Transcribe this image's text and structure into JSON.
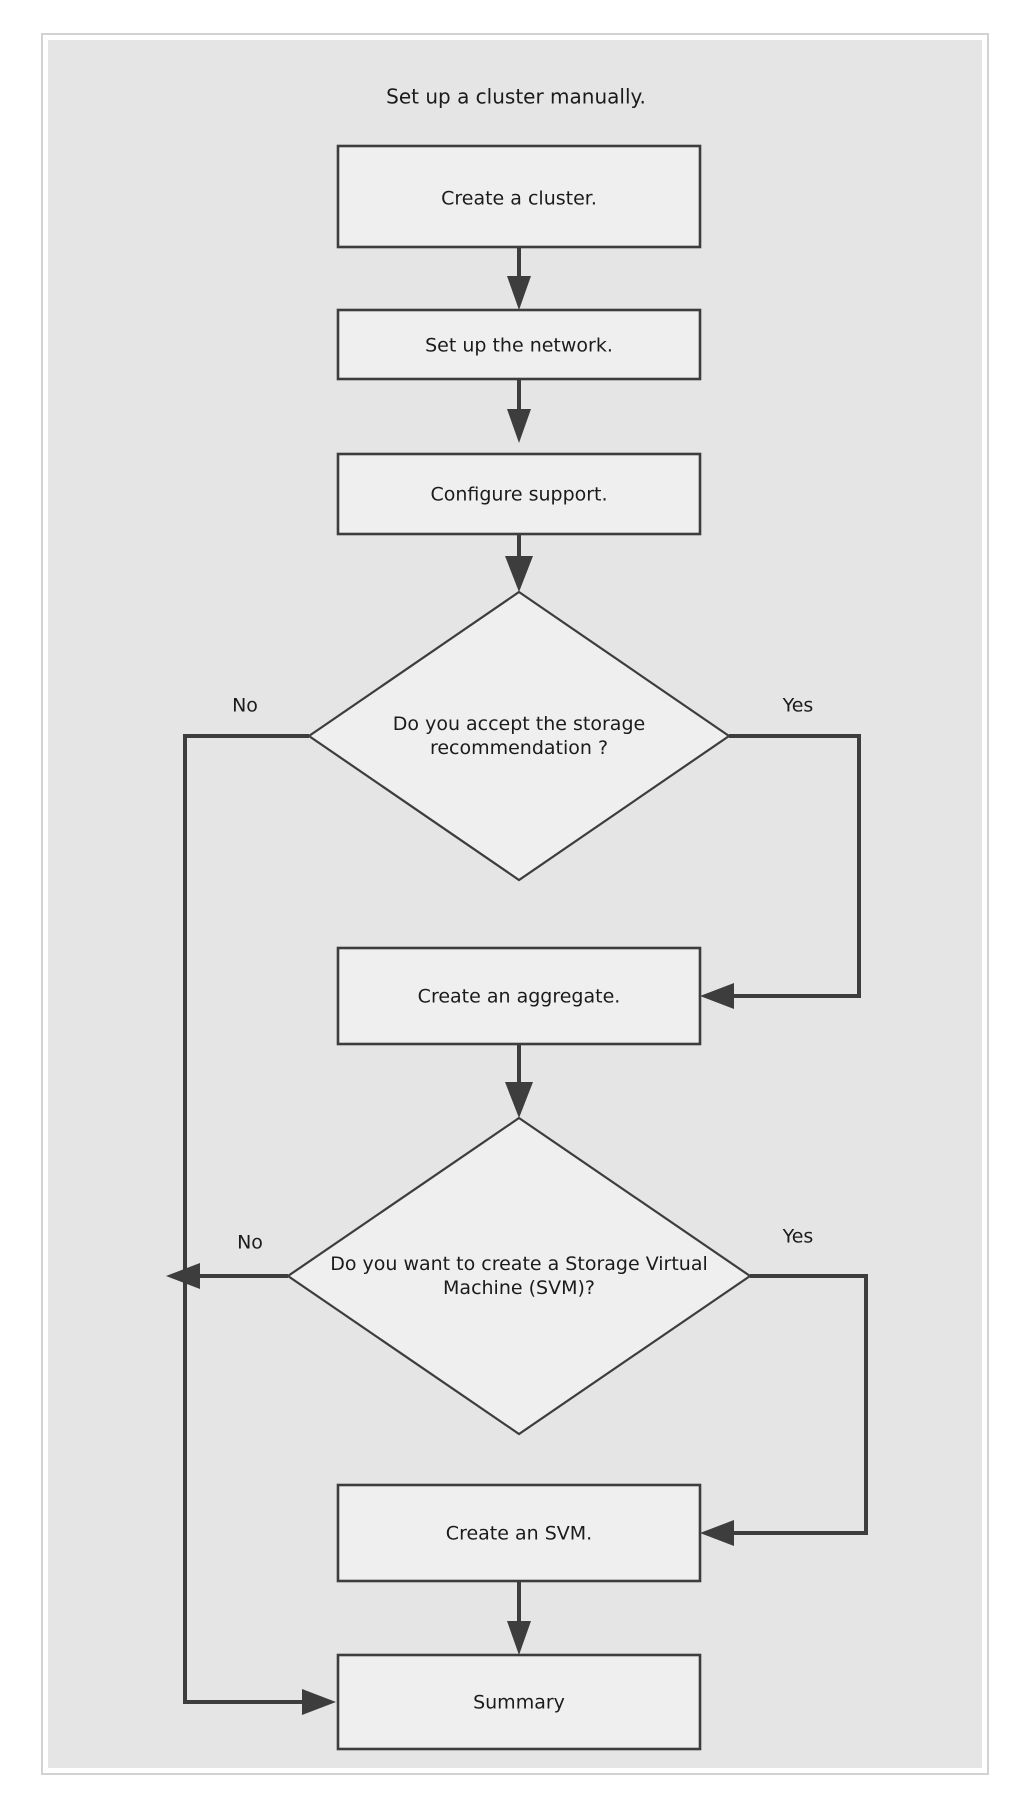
{
  "diagram": {
    "title": "Set up a cluster manually.",
    "type": "flowchart",
    "background_color": "#e5e5e5",
    "node_fill_color": "#efefef",
    "line_color": "#3d3d3d",
    "text_color": "#1b1b1b",
    "nodes": [
      {
        "id": "create-cluster",
        "shape": "process",
        "label": "Create a cluster."
      },
      {
        "id": "setup-network",
        "shape": "process",
        "label": "Set up the network."
      },
      {
        "id": "configure-support",
        "shape": "process",
        "label": "Configure support."
      },
      {
        "id": "accept-storage",
        "shape": "decision",
        "label_line1": "Do you accept the storage",
        "label_line2": "recommendation ?"
      },
      {
        "id": "create-aggregate",
        "shape": "process",
        "label": "Create an aggregate."
      },
      {
        "id": "create-svm-q",
        "shape": "decision",
        "label_line1": "Do you want to create a Storage Virtual",
        "label_line2": "Machine (SVM)?"
      },
      {
        "id": "create-svm",
        "shape": "process",
        "label": "Create an SVM."
      },
      {
        "id": "summary",
        "shape": "process",
        "label": "Summary"
      }
    ],
    "edges": [
      {
        "id": "e1",
        "from": "create-cluster",
        "to": "setup-network",
        "label": ""
      },
      {
        "id": "e2",
        "from": "setup-network",
        "to": "configure-support",
        "label": ""
      },
      {
        "id": "e3",
        "from": "configure-support",
        "to": "accept-storage",
        "label": ""
      },
      {
        "id": "e4",
        "from": "accept-storage",
        "to": "create-aggregate",
        "label": "Yes"
      },
      {
        "id": "e5",
        "from": "accept-storage",
        "to": "summary",
        "label": "No"
      },
      {
        "id": "e6",
        "from": "create-aggregate",
        "to": "create-svm-q",
        "label": ""
      },
      {
        "id": "e7",
        "from": "create-svm-q",
        "to": "create-svm",
        "label": "Yes"
      },
      {
        "id": "e8",
        "from": "create-svm-q",
        "to": "summary",
        "label": "No"
      },
      {
        "id": "e9",
        "from": "create-svm",
        "to": "summary",
        "label": ""
      }
    ],
    "edge_labels": {
      "accept_storage_no": "No",
      "accept_storage_yes": "Yes",
      "create_svm_no": "No",
      "create_svm_yes": "Yes"
    }
  }
}
